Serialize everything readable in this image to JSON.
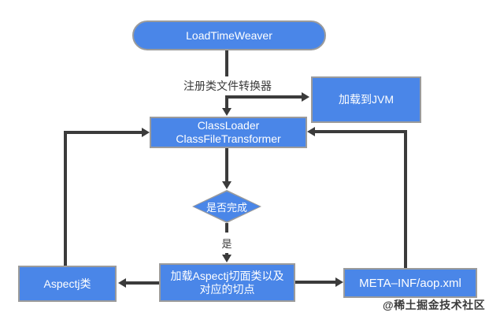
{
  "nodes": {
    "loadTimeWeaver": "LoadTimeWeaver",
    "loadToJvm": "加载到JVM",
    "classLoaderLine1": "ClassLoader",
    "classLoaderLine2": "ClassFileTransformer",
    "decision": "是否完成",
    "aspectjClass": "Aspectj类",
    "loadAspectLine1": "加载Aspectj切面类以及",
    "loadAspectLine2": "对应的切点",
    "metaInf": "META–INF/aop.xml"
  },
  "edge_labels": {
    "register": "注册类文件转换器",
    "yes": "是"
  },
  "edges": [
    {
      "from": "LoadTimeWeaver",
      "to": "ClassLoader ClassFileTransformer",
      "label": "注册类文件转换器"
    },
    {
      "from": "注册类文件转换器",
      "to": "加载到JVM"
    },
    {
      "from": "ClassLoader ClassFileTransformer",
      "to": "是否完成"
    },
    {
      "from": "是否完成",
      "to": "加载Aspectj切面类以及对应的切点",
      "label": "是"
    },
    {
      "from": "加载Aspectj切面类以及对应的切点",
      "to": "Aspectj类"
    },
    {
      "from": "加载Aspectj切面类以及对应的切点",
      "to": "META–INF/aop.xml"
    },
    {
      "from": "META–INF/aop.xml",
      "to": "ClassLoader ClassFileTransformer"
    },
    {
      "from": "Aspectj类",
      "to": "ClassLoader ClassFileTransformer"
    }
  ],
  "colors": {
    "node_fill": "#4a86e8",
    "node_border": "#9b9b9b",
    "node_text": "#ffffff",
    "connector": "#3b3b3b",
    "edge_label_text": "#3a3a3a",
    "background": "#ffffff"
  },
  "watermark": "@稀土掘金技术社区"
}
